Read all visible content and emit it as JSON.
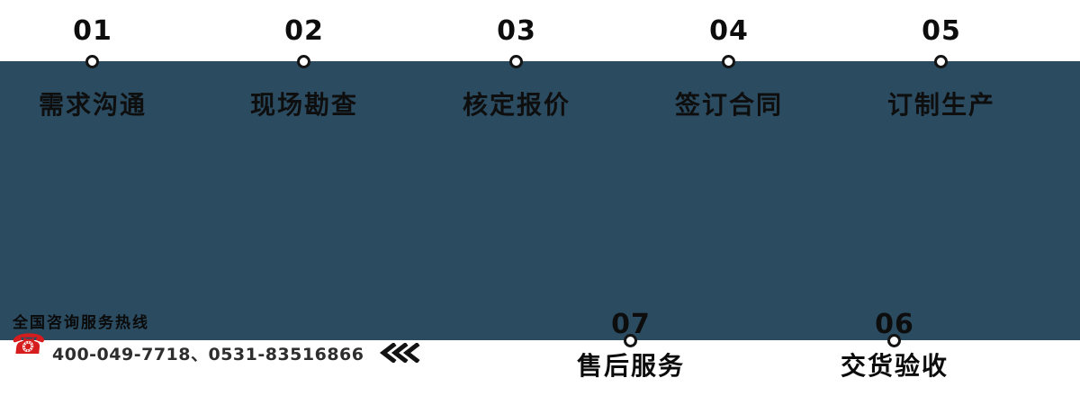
{
  "colors": {
    "band": "#2b4b60",
    "accent_red": "#d61c1c",
    "text_dark": "#0d0d0d"
  },
  "process": {
    "top_steps": [
      {
        "number": "01",
        "label": "需求沟通"
      },
      {
        "number": "02",
        "label": "现场勘查"
      },
      {
        "number": "03",
        "label": "核定报价"
      },
      {
        "number": "04",
        "label": "签订合同"
      },
      {
        "number": "05",
        "label": "订制生产"
      }
    ],
    "bottom_steps": [
      {
        "number": "07",
        "label": "售后服务"
      },
      {
        "number": "06",
        "label": "交货验收"
      }
    ]
  },
  "hotline": {
    "title": "全国咨询服务热线",
    "icon_glyph": "☎",
    "numbers": "400-049-7718、0531-83516866"
  },
  "icons": {
    "phone": "phone-handset-icon",
    "flow_arrows": "triple-left-chevron-icon",
    "step_marker": "circle-node"
  }
}
